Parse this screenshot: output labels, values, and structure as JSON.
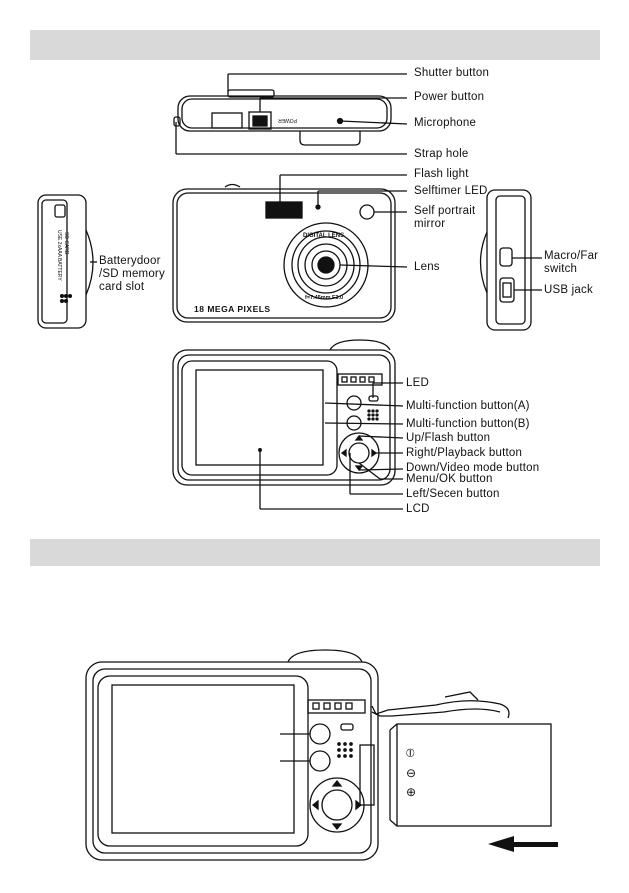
{
  "labels": {
    "shutter": "Shutter button",
    "power": "Power button",
    "microphone": "Microphone",
    "strap": "Strap hole",
    "flash": "Flash light",
    "selftimer": "Selftimer LED",
    "selfportrait_1": "Self portrait",
    "selfportrait_2": "mirror",
    "battery_1": "Batterydoor",
    "battery_2": "/SD memory",
    "battery_3": "card slot",
    "macro_1": "Macro/Far",
    "macro_2": "switch",
    "usb": "USB jack",
    "lens": "Lens",
    "led": "LED",
    "multi_a": "Multi-function button(A)",
    "multi_b": "Multi-function button(B)",
    "up": "Up/Flash button",
    "right": "Right/Playback button",
    "down": "Down/Video mode button",
    "menu": "Menu/OK button",
    "left": "Left/Secen button",
    "lcd": "LCD"
  },
  "body_text": {
    "mega_pixels": "18 MEGA PIXELS",
    "digital_lens": "DIGITAL LENS",
    "lens_spec": "f=7.45mm F3.0",
    "power_tag": "POWER",
    "side_text_1": "USE 2xAAA BATTERY",
    "side_text_2": "SD CARD"
  },
  "battery_symbols": {
    "top": "⦶",
    "minus": "⊖",
    "plus": "⊕"
  }
}
